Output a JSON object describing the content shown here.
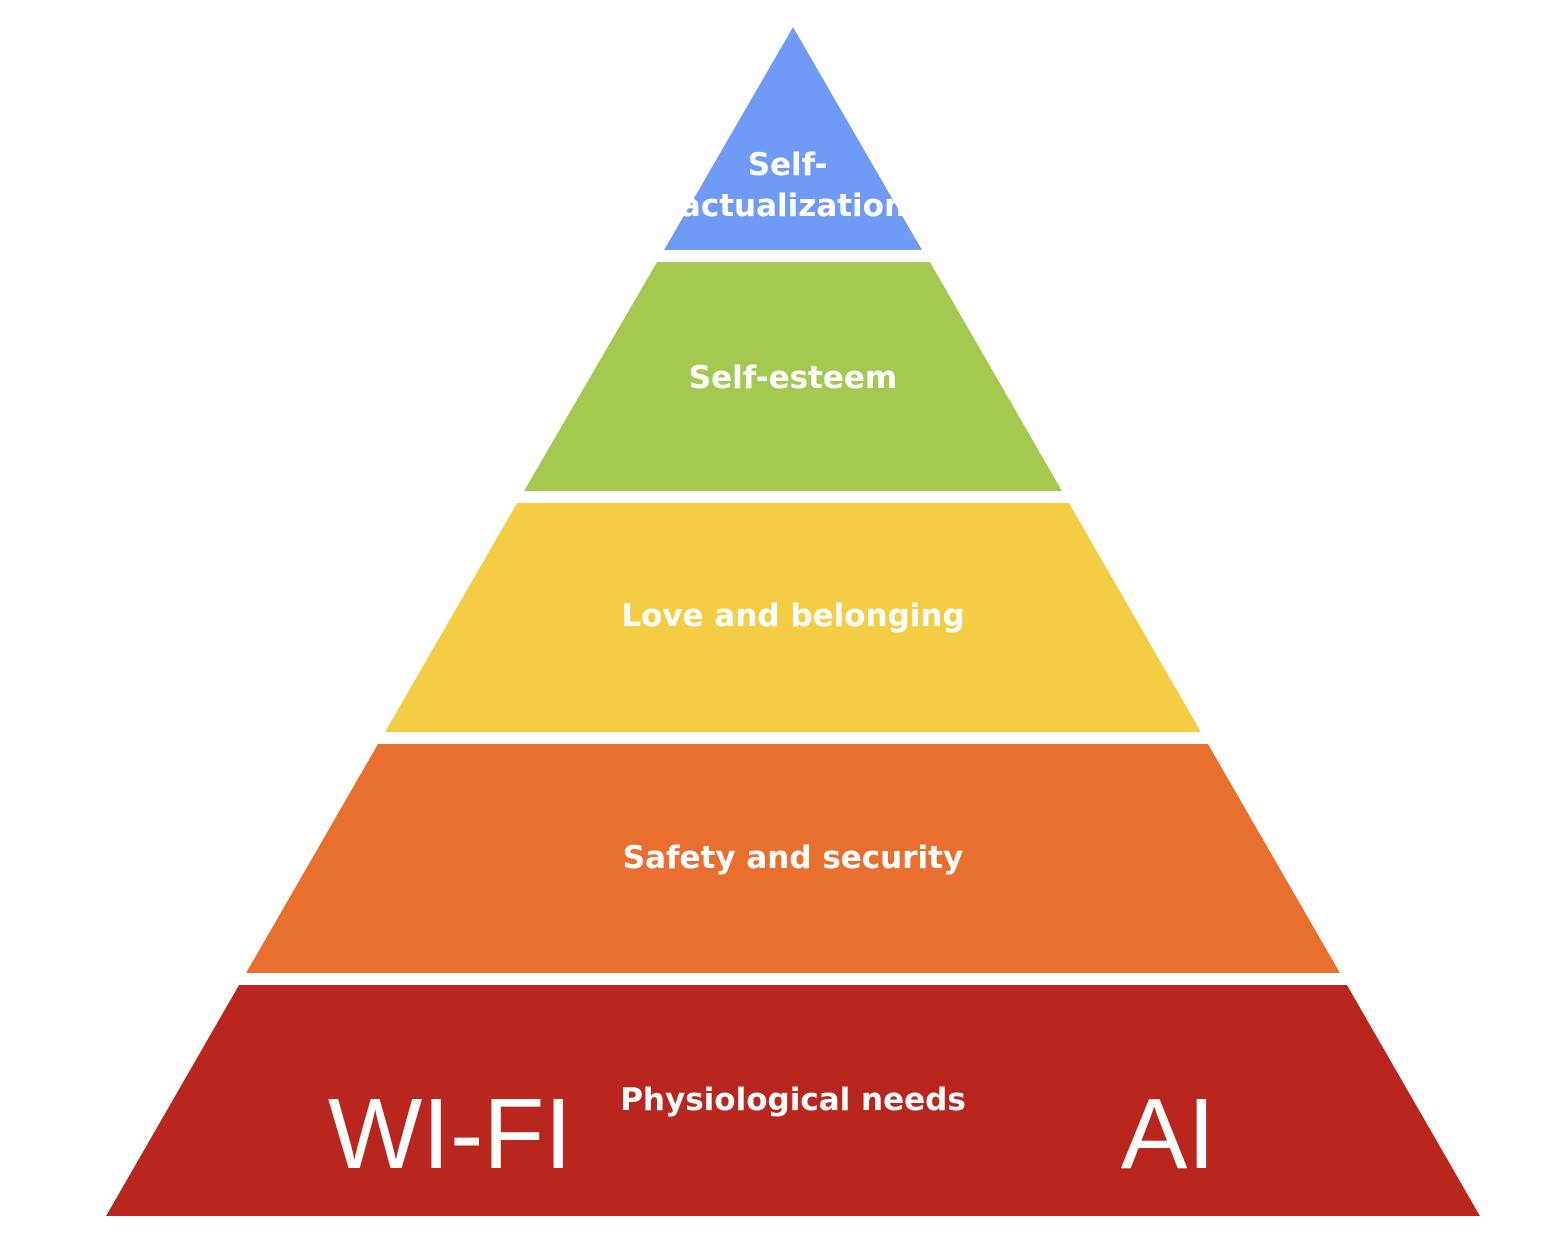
{
  "diagram": {
    "tiers": [
      {
        "label_lines": [
          "Self-",
          "actualization"
        ],
        "color": "#6f9af5"
      },
      {
        "label_lines": [
          "Self-esteem"
        ],
        "color": "#a3c951"
      },
      {
        "label_lines": [
          "Love and belonging"
        ],
        "color": "#f4cd44"
      },
      {
        "label_lines": [
          "Safety and security"
        ],
        "color": "#e96f2e"
      },
      {
        "label_lines": [
          "Physiological needs"
        ],
        "color": "#b8261d"
      }
    ],
    "overlay_labels": {
      "left": "WI-FI",
      "right": "AI"
    }
  }
}
